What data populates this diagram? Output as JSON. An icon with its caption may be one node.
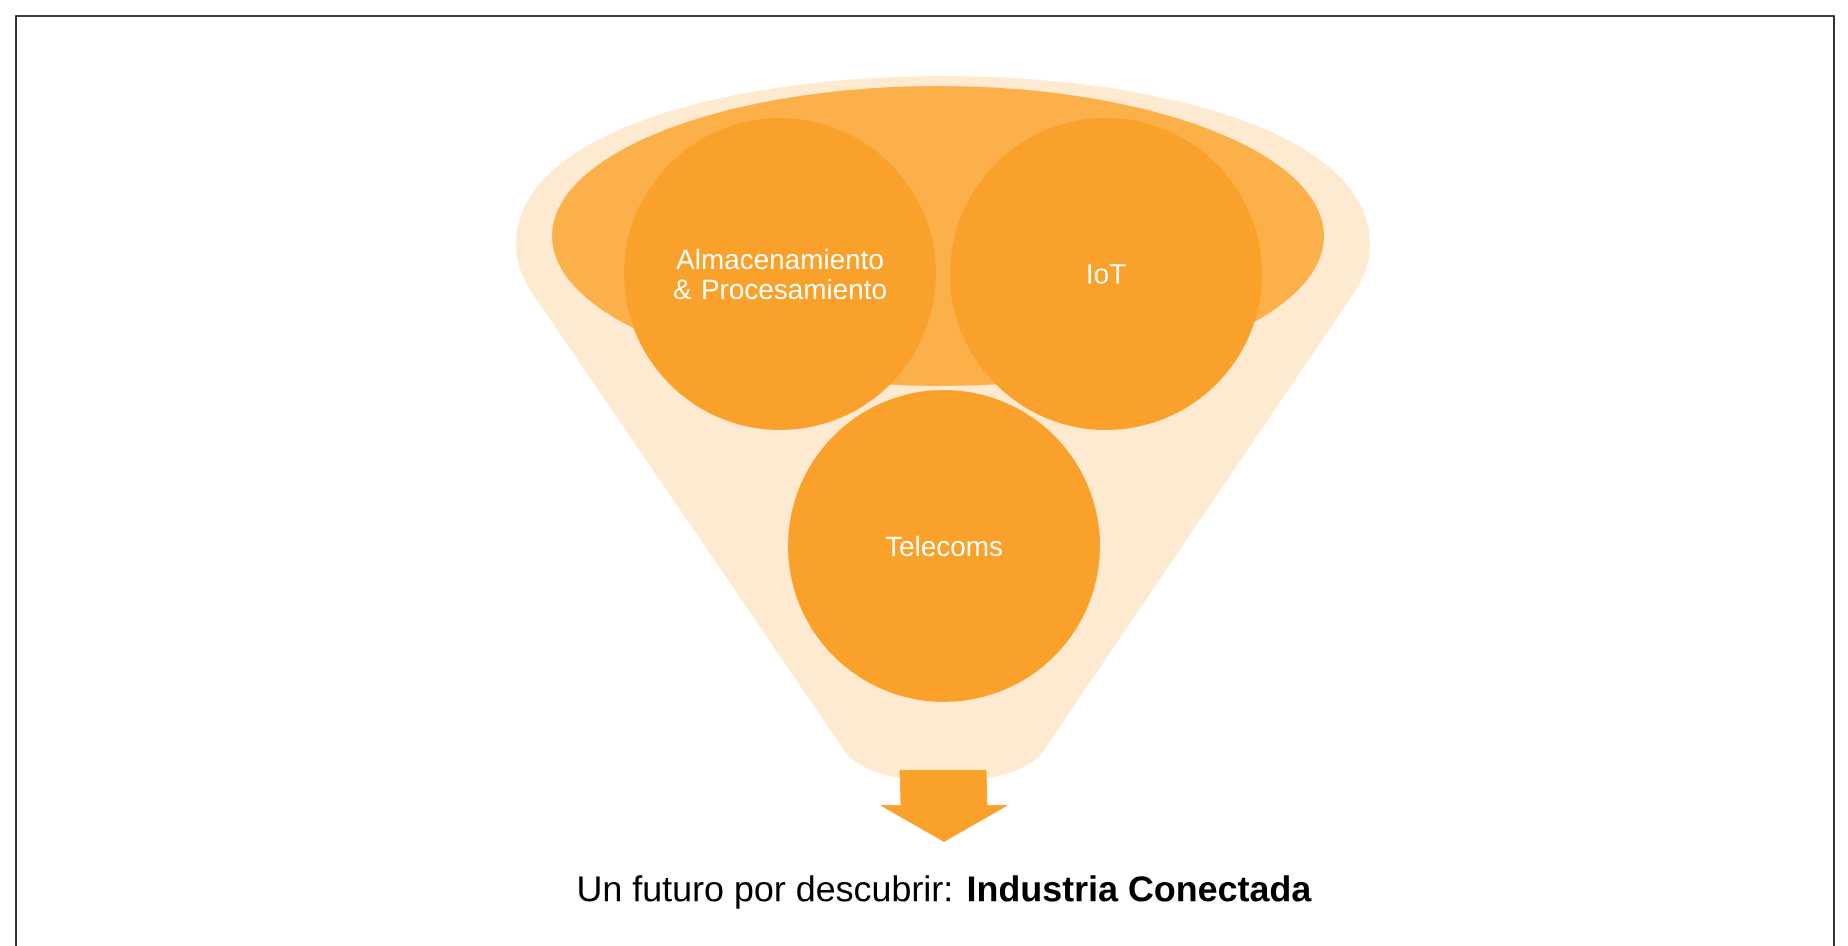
{
  "diagram": {
    "nodes": [
      {
        "text": [],
        "shape": "funnel"
      },
      {
        "text": [
          "Almacenamiento & Procesamiento"
        ],
        "in": 0
      },
      {
        "text": [
          "IoT"
        ],
        "in": 0
      },
      {
        "text": [
          "Telecoms"
        ],
        "in": 0
      },
      {
        "text": [
          "Un futuro por descubrir: **Industria Conectada**"
        ]
      }
    ],
    "edges": [
      {
        "from": 0,
        "to": 4,
        "arrow": "to"
      }
    ]
  }
}
